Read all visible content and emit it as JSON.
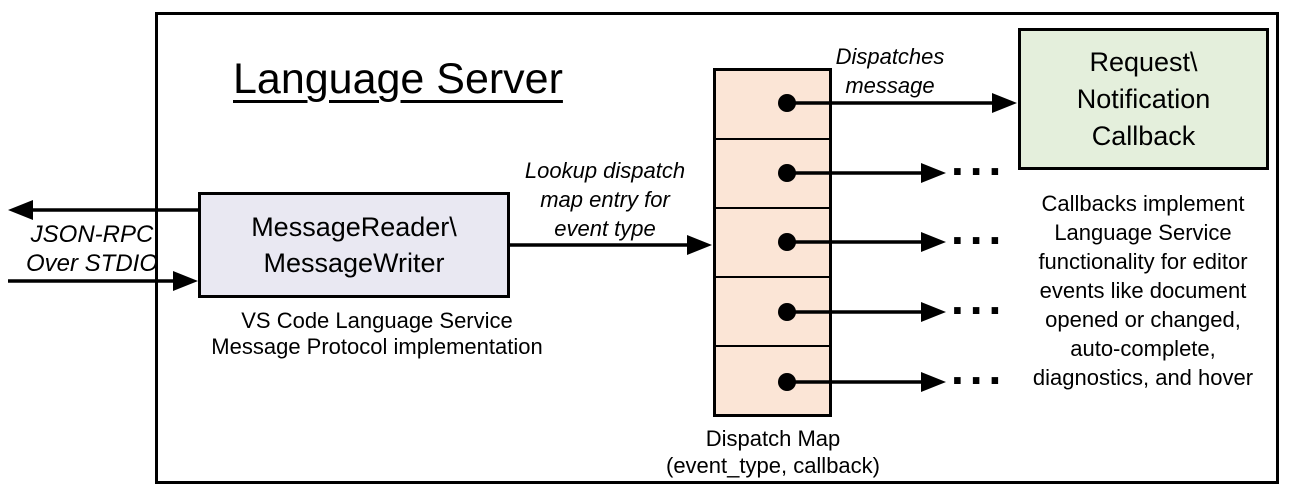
{
  "colors": {
    "reader_fill": "#e9e8f2",
    "map_fill": "#fbe5d6",
    "callback_fill": "#e4efdc",
    "stroke": "#000000"
  },
  "diagram": {
    "title": "Language Server",
    "io": {
      "lines": [
        "JSON-RPC",
        "Over STDIO"
      ]
    },
    "reader": {
      "box_lines": [
        "MessageReader\\",
        "MessageWriter"
      ],
      "caption_lines": [
        "VS Code Language Service",
        "Message Protocol implementation"
      ]
    },
    "lookup": {
      "lines": [
        "Lookup dispatch",
        "map entry for",
        "event type"
      ]
    },
    "dispatches": {
      "lines": [
        "Dispatches",
        "message"
      ]
    },
    "dispatch_map": {
      "cell_count": 5,
      "ellipsis": "...",
      "caption_lines": [
        "Dispatch Map",
        "(event_type, callback)"
      ]
    },
    "callback": {
      "box_lines": [
        "Request\\",
        "Notification",
        "Callback"
      ],
      "caption_lines": [
        "Callbacks implement",
        "Language Service",
        "functionality for editor",
        "events like document",
        "opened or changed,",
        "auto-complete,",
        "diagnostics, and hover"
      ]
    }
  }
}
